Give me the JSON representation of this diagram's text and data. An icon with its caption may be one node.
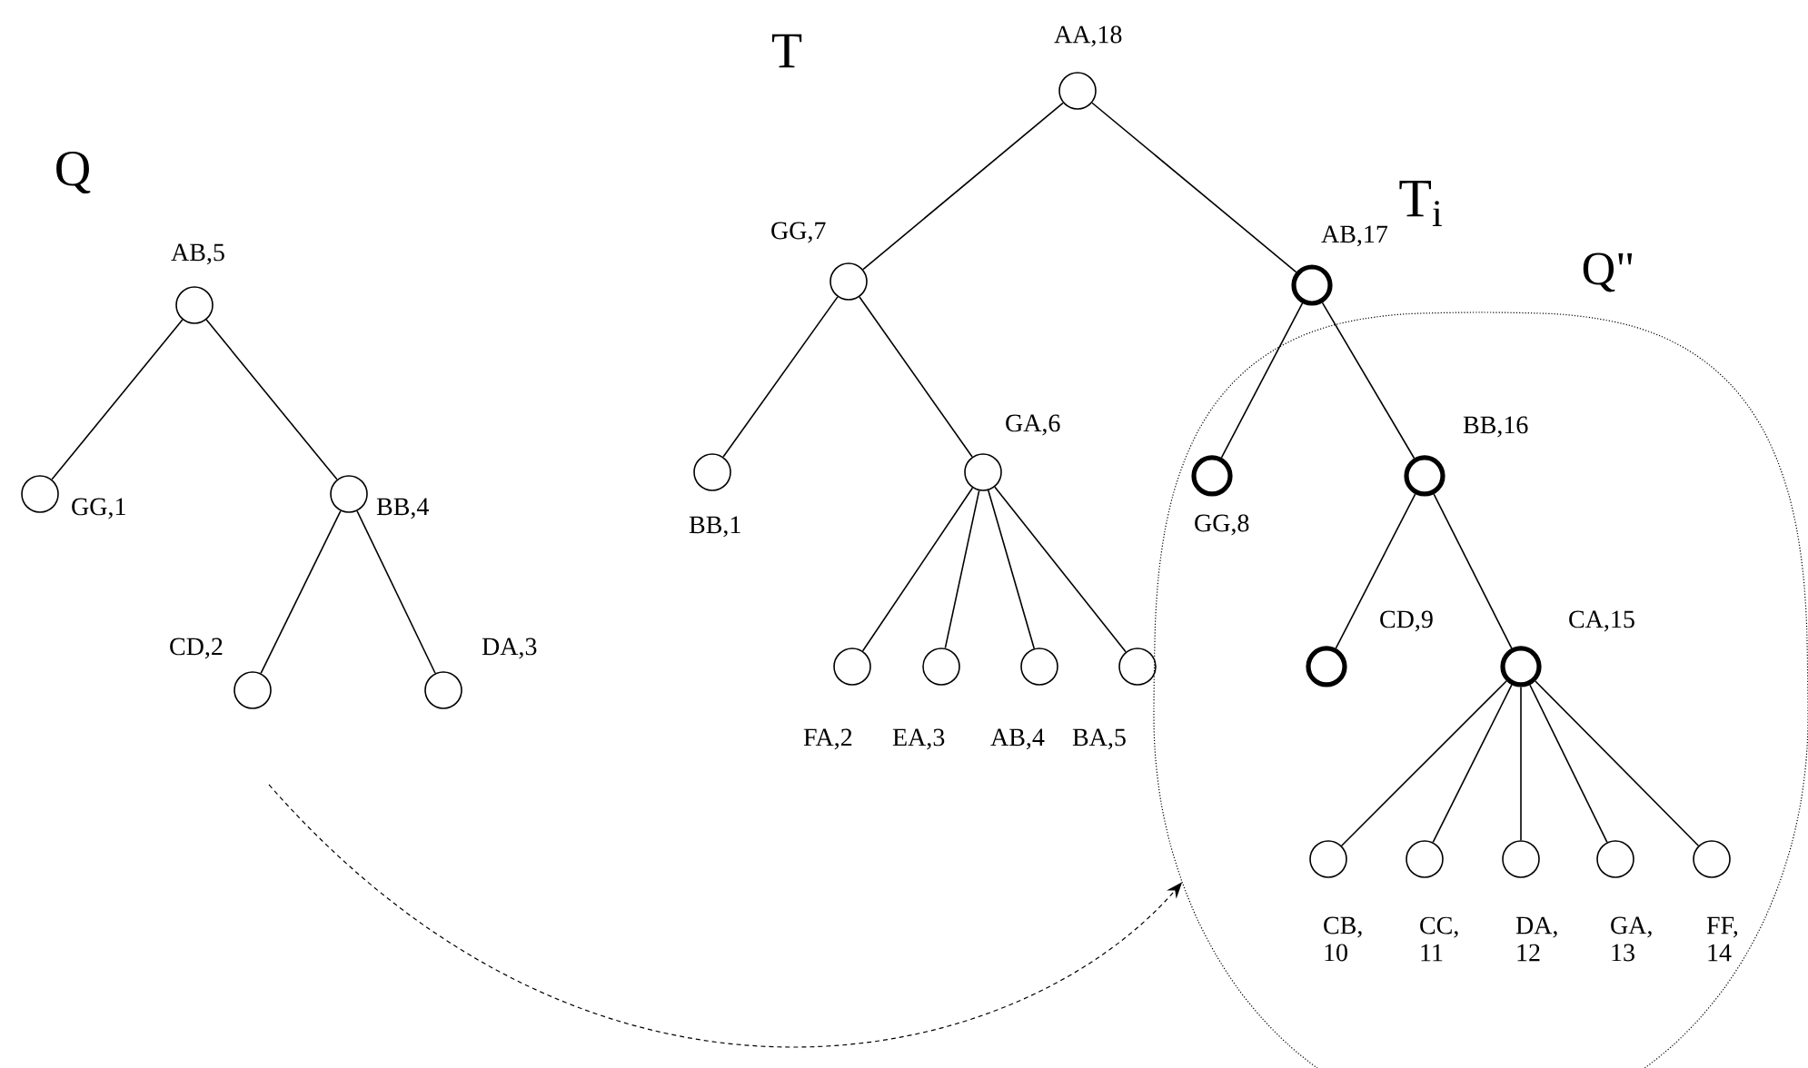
{
  "diagram": {
    "nodes": [
      {
        "text": [],
        "shape": "circle",
        "beside": [
          "AB,5"
        ]
      },
      {
        "text": [],
        "shape": "circle",
        "beside": [
          "GG,1"
        ]
      },
      {
        "text": [],
        "shape": "circle",
        "beside": [
          "BB,4"
        ]
      },
      {
        "text": [],
        "shape": "circle",
        "beside": [
          "CD,2"
        ]
      },
      {
        "text": [],
        "shape": "circle",
        "beside": [
          "DA,3"
        ]
      },
      {
        "text": [],
        "shape": "circle",
        "beside": [
          "AA,18"
        ]
      },
      {
        "text": [],
        "shape": "circle",
        "beside": [
          "GG,7"
        ]
      },
      {
        "text": [],
        "shape": "circle",
        "beside": [
          "BB,1"
        ]
      },
      {
        "text": [],
        "shape": "circle",
        "beside": [
          "GA,6"
        ]
      },
      {
        "text": [],
        "shape": "circle",
        "beside": [
          "FA,2"
        ]
      },
      {
        "text": [],
        "shape": "circle",
        "beside": [
          "EA,3"
        ]
      },
      {
        "text": [],
        "shape": "circle",
        "beside": [
          "AB,4"
        ]
      },
      {
        "text": [],
        "shape": "circle",
        "beside": [
          "BA,5"
        ]
      },
      {
        "text": [
          "T$_{i}$",
          "Q\""
        ]
      },
      {
        "text": [],
        "shape": "circle",
        "beside": [
          "AB,17"
        ]
      },
      {
        "text": [],
        "shape": "circle",
        "beside": [
          "GG,8"
        ],
        "in": 13
      },
      {
        "text": [],
        "shape": "circle",
        "beside": [
          "BB,16"
        ],
        "in": 13
      },
      {
        "text": [],
        "shape": "circle",
        "beside": [
          "CD,9"
        ],
        "in": 13
      },
      {
        "text": [],
        "shape": "circle",
        "beside": [
          "CA,15"
        ],
        "in": 13
      },
      {
        "text": [],
        "shape": "circle",
        "beside": [
          "CB, 10"
        ],
        "in": 13
      },
      {
        "text": [],
        "shape": "circle",
        "beside": [
          "CC, 11"
        ],
        "in": 13
      },
      {
        "text": [],
        "shape": "circle",
        "beside": [
          "DA, 12"
        ],
        "in": 13
      },
      {
        "text": [],
        "shape": "circle",
        "beside": [
          "GA, 13"
        ],
        "in": 13
      },
      {
        "text": [],
        "shape": "circle",
        "beside": [
          "FF, 14"
        ],
        "in": 13
      }
    ],
    "edges": [
      {
        "from": 0,
        "to": 1,
        "arrow": "none"
      },
      {
        "from": 0,
        "to": 2,
        "arrow": "none"
      },
      {
        "from": 2,
        "to": 3,
        "arrow": "none"
      },
      {
        "from": 2,
        "to": 4,
        "arrow": "none"
      },
      {
        "from": 5,
        "to": 6,
        "arrow": "none"
      },
      {
        "from": 5,
        "to": 14,
        "arrow": "none"
      },
      {
        "from": 6,
        "to": 7,
        "arrow": "none"
      },
      {
        "from": 6,
        "to": 8,
        "arrow": "none"
      },
      {
        "from": 8,
        "to": 9,
        "arrow": "none"
      },
      {
        "from": 8,
        "to": 10,
        "arrow": "none"
      },
      {
        "from": 8,
        "to": 11,
        "arrow": "none"
      },
      {
        "from": 8,
        "to": 12,
        "arrow": "none"
      },
      {
        "from": 14,
        "to": 15,
        "arrow": "none"
      },
      {
        "from": 14,
        "to": 16,
        "arrow": "none"
      },
      {
        "from": 16,
        "to": 17,
        "arrow": "none"
      },
      {
        "from": 16,
        "to": 18,
        "arrow": "none"
      },
      {
        "from": 18,
        "to": 19,
        "arrow": "none"
      },
      {
        "from": 18,
        "to": 20,
        "arrow": "none"
      },
      {
        "from": 18,
        "to": 21,
        "arrow": "none"
      },
      {
        "from": 18,
        "to": 22,
        "arrow": "none"
      },
      {
        "from": 18,
        "to": 23,
        "arrow": "none"
      },
      {
        "from": null,
        "to": 13,
        "arrow": "to",
        "style": "dashed"
      }
    ],
    "labels": [
      "T",
      "Q"
    ]
  }
}
